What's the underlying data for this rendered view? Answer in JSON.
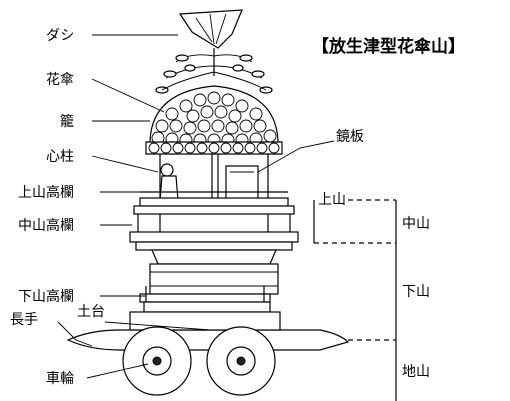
{
  "title": "【放生津型花傘山】",
  "labels": {
    "dashi": "ダシ",
    "hanagasa": "花傘",
    "kago": "籠",
    "shinbashira": "心柱",
    "kagamiita": "鏡板",
    "kamiyama_koran": "上山高欄",
    "nakayama_koran": "中山高欄",
    "shimoyama_koran": "下山高欄",
    "dodai": "土台",
    "nagate": "長手",
    "sharin": "車輪"
  },
  "sections": {
    "kamiyama": "上山",
    "nakayama": "中山",
    "shimoyama": "下山",
    "jiyama": "地山"
  }
}
